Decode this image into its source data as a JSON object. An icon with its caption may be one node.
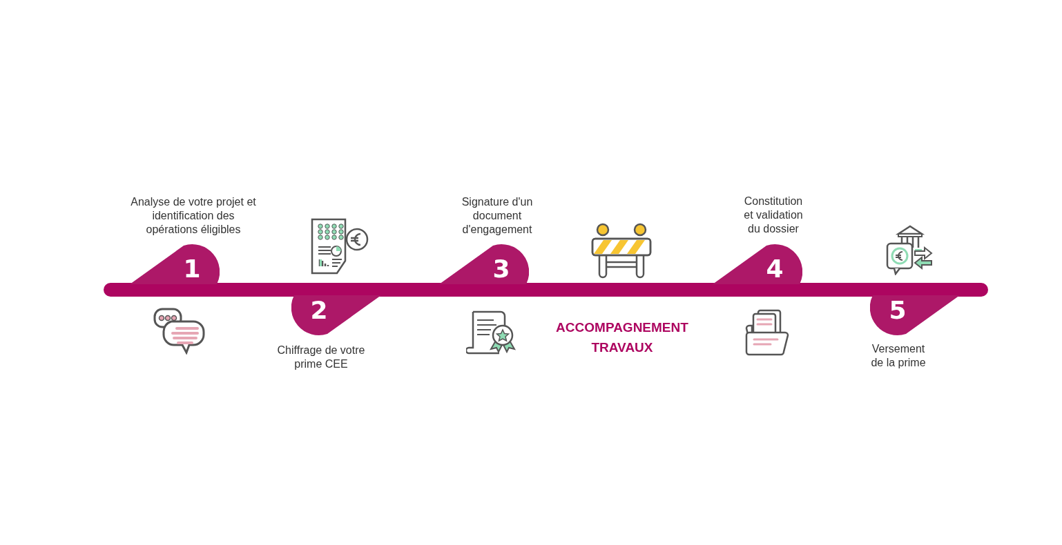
{
  "diagram": {
    "nodes": [
      {
        "text": [],
        "shape": "bar"
      },
      {
        "text": [
          "1"
        ],
        "beside": [
          "Analyse de votre projet et identification des opérations éligibles"
        ]
      },
      {
        "text": [
          "2"
        ],
        "beside": [
          "Chiffrage de votre prime CEE"
        ]
      },
      {
        "text": [
          "3"
        ],
        "beside": [
          "Signature d'un document d'engagement"
        ]
      },
      {
        "text": [
          "4"
        ],
        "beside": [
          "Constitution et validation du dossier"
        ]
      },
      {
        "text": [
          "5"
        ],
        "beside": [
          "Versement de la prime"
        ]
      }
    ],
    "labels": [
      "ACCOMPAGNEMENT TRAVAUX"
    ]
  }
}
